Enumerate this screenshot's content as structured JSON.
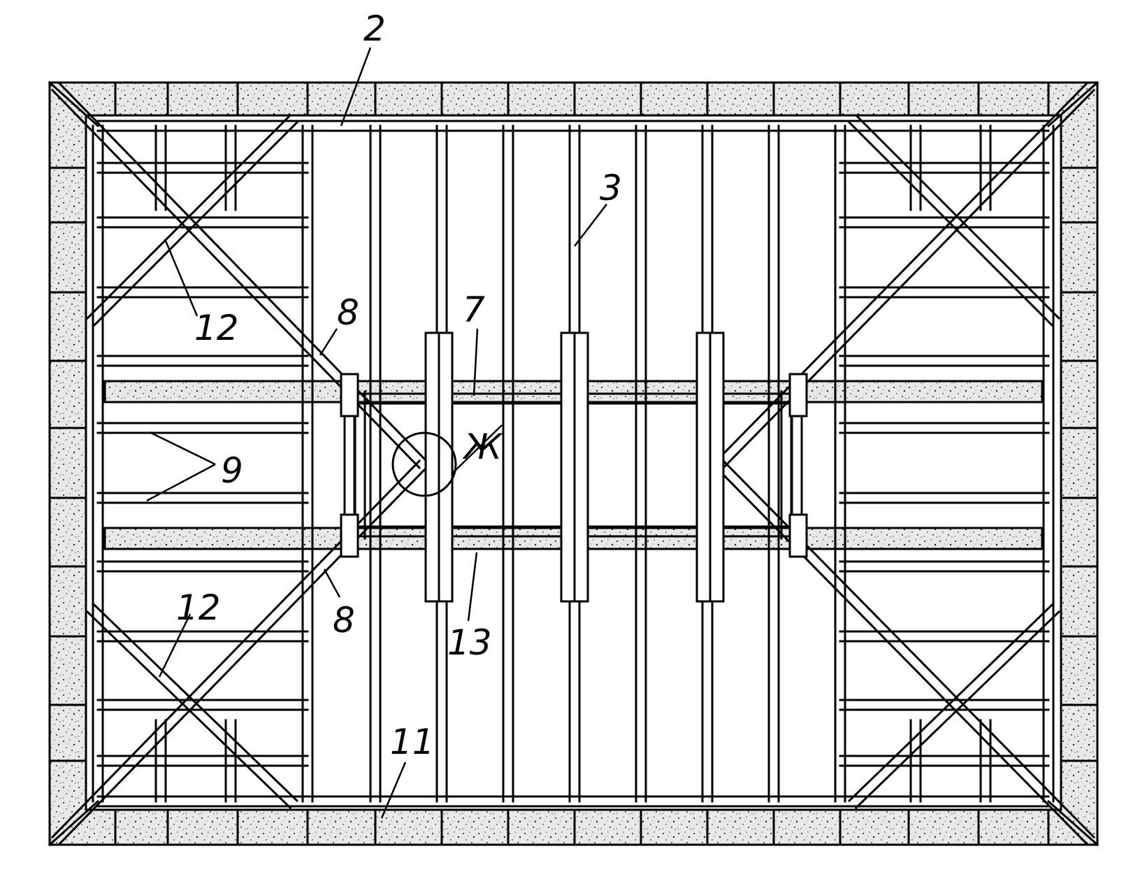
{
  "diagram": {
    "labels": {
      "l2": "2",
      "l3": "3",
      "l7": "7",
      "l8a": "8",
      "l8b": "8",
      "l9": "9",
      "l11": "11",
      "l12a": "12",
      "l12b": "12",
      "l13": "13",
      "detail": "Ж"
    }
  },
  "colors": {
    "line": "#000000",
    "paper": "#ffffff",
    "concrete": "#d9d9d9"
  }
}
